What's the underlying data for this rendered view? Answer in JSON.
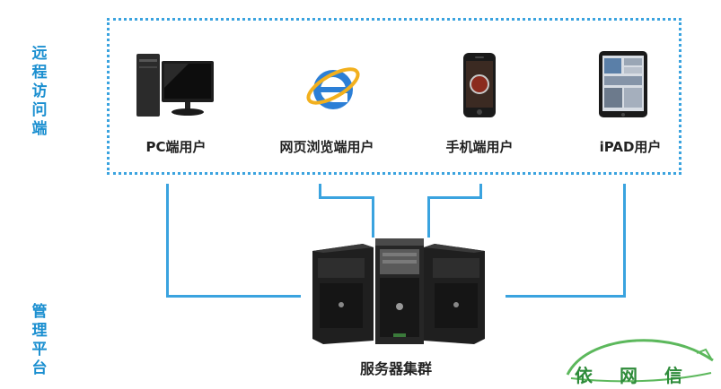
{
  "side_labels": {
    "remote": [
      "远",
      "程",
      "访",
      "问",
      "端"
    ],
    "management": [
      "管",
      "理",
      "平",
      "台"
    ]
  },
  "clients": [
    {
      "label": "PC端用户",
      "icon": "desktop-pc-icon"
    },
    {
      "label": "网页浏览端用户",
      "icon": "internet-explorer-icon"
    },
    {
      "label": "手机端用户",
      "icon": "smartphone-icon"
    },
    {
      "label": "iPAD用户",
      "icon": "tablet-icon"
    }
  ],
  "server": {
    "label": "服务器集群",
    "icon": "server-cluster-icon"
  },
  "logo": {
    "chars": [
      "依",
      "网",
      "信"
    ],
    "icon": "car-logo-icon"
  },
  "colors": {
    "accent": "#3aa3df",
    "label_blue": "#1b8fd0",
    "logo_green": "#2e8b3a"
  }
}
